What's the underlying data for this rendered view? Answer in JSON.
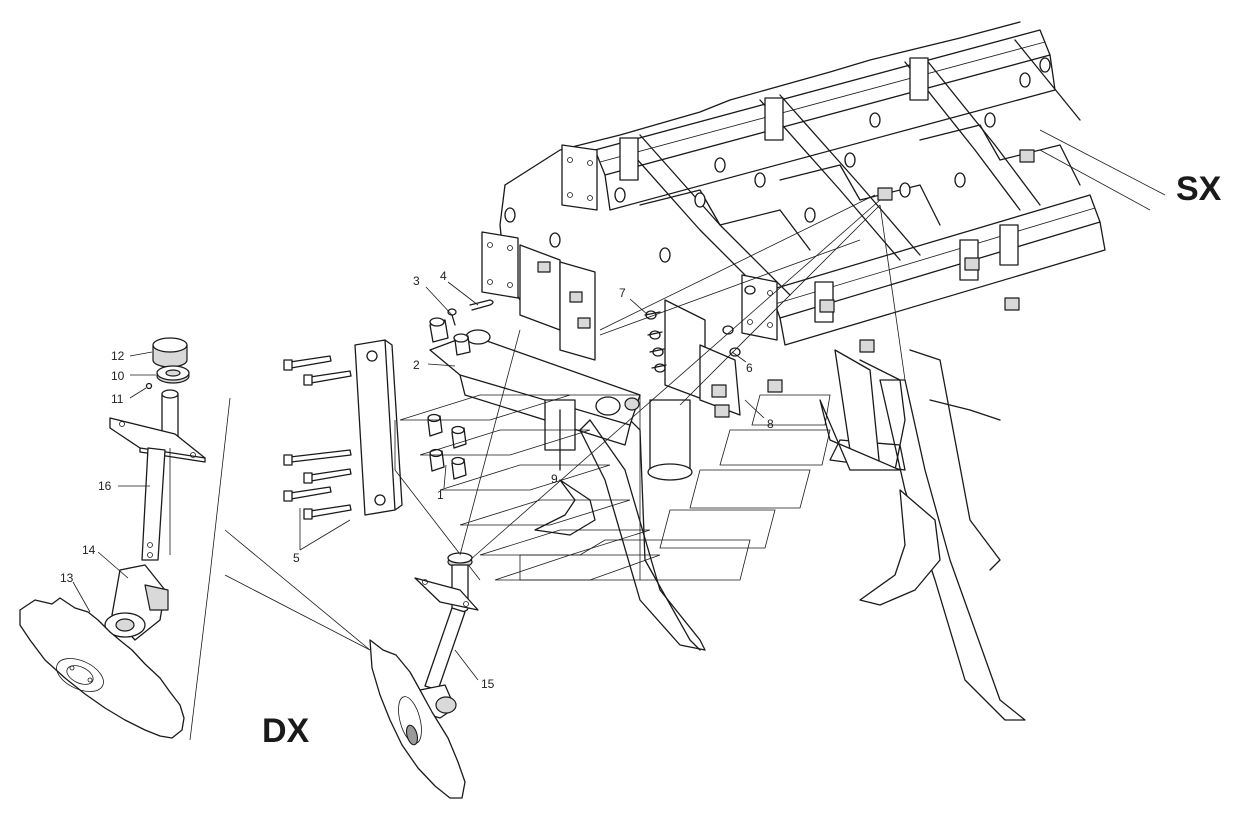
{
  "labels": {
    "sx": "SX",
    "dx": "DX"
  },
  "callouts": [
    {
      "id": "c1",
      "text": "1"
    },
    {
      "id": "c2",
      "text": "2"
    },
    {
      "id": "c3",
      "text": "3"
    },
    {
      "id": "c4",
      "text": "4"
    },
    {
      "id": "c5",
      "text": "5"
    },
    {
      "id": "c6",
      "text": "6"
    },
    {
      "id": "c7",
      "text": "7"
    },
    {
      "id": "c8",
      "text": "8"
    },
    {
      "id": "c9",
      "text": "9"
    },
    {
      "id": "c10",
      "text": "10"
    },
    {
      "id": "c11",
      "text": "11"
    },
    {
      "id": "c12",
      "text": "12"
    },
    {
      "id": "c13",
      "text": "13"
    },
    {
      "id": "c14",
      "text": "14"
    },
    {
      "id": "c15",
      "text": "15"
    },
    {
      "id": "c16",
      "text": "16"
    }
  ],
  "colors": {
    "line": "#1a1a1a",
    "fill_light": "#d9d9d9",
    "fill_dark": "#9a9a9a",
    "background": "#ffffff"
  }
}
